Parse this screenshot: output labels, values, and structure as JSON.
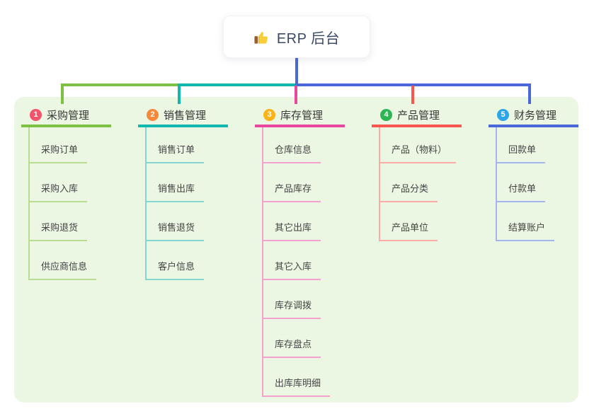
{
  "root": {
    "title": "ERP 后台",
    "icon": "thumbs-up-icon",
    "line_color": "#4a68d8"
  },
  "panel": {
    "background": "#ebf6e3"
  },
  "branches": [
    {
      "number": "1",
      "title": "采购管理",
      "badge_color": "#f2556b",
      "line_color": "#7cc144",
      "child_line_color": "#b8dd90",
      "children": [
        "采购订单",
        "采购入库",
        "采购退货",
        "供应商信息"
      ]
    },
    {
      "number": "2",
      "title": "销售管理",
      "badge_color": "#f5883a",
      "line_color": "#12b8ae",
      "child_line_color": "#84d6cf",
      "children": [
        "销售订单",
        "销售出库",
        "销售退货",
        "客户信息"
      ]
    },
    {
      "number": "3",
      "title": "库存管理",
      "badge_color": "#fbb317",
      "line_color": "#e8489e",
      "child_line_color": "#f3a2cf",
      "children": [
        "仓库信息",
        "产品库存",
        "其它出库",
        "其它入库",
        "库存调拨",
        "库存盘点",
        "出库库明细"
      ]
    },
    {
      "number": "4",
      "title": "产品管理",
      "badge_color": "#2cb553",
      "line_color": "#f8574f",
      "child_line_color": "#fcaba6",
      "children": [
        "产品（物料）",
        "产品分类",
        "产品单位"
      ]
    },
    {
      "number": "5",
      "title": "财务管理",
      "badge_color": "#2ca6e6",
      "line_color": "#4a68d8",
      "child_line_color": "#a4b4ec",
      "children": [
        "回款单",
        "付款单",
        "结算账户"
      ]
    }
  ]
}
